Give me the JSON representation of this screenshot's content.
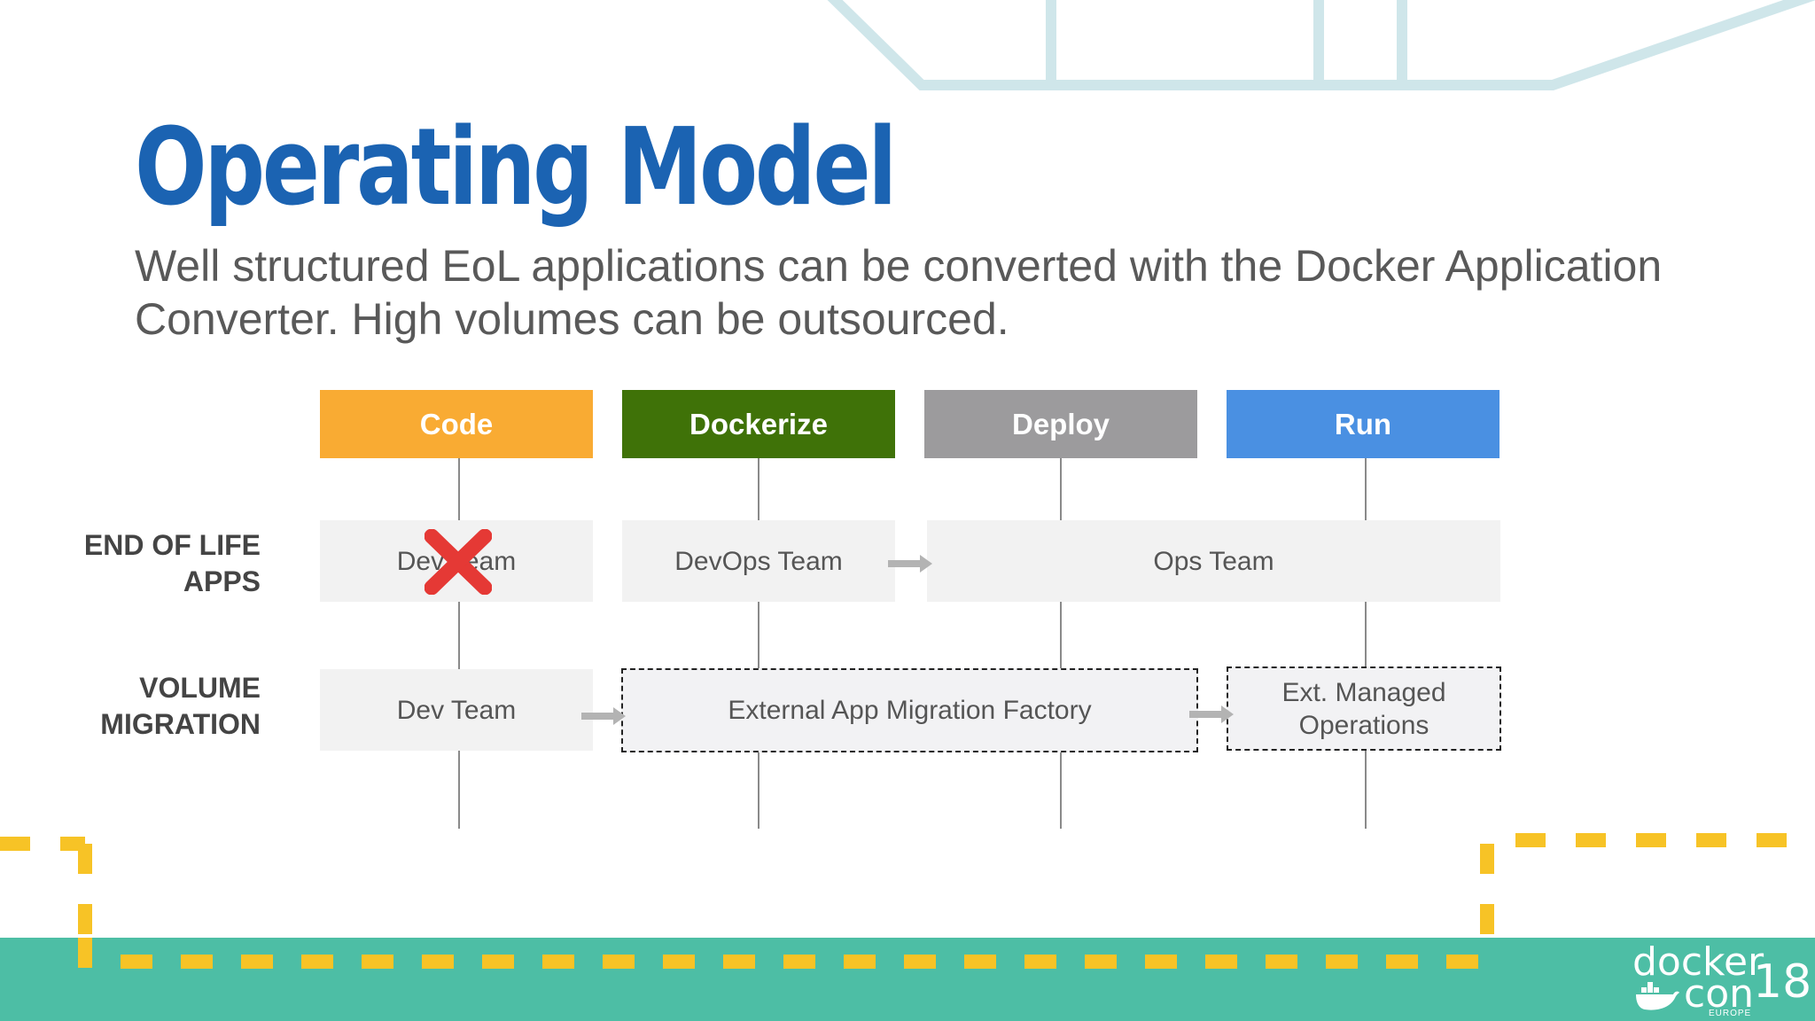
{
  "slide": {
    "title": "Operating Model",
    "subtitle": "Well structured EoL applications can be converted with the Docker Application Converter. High volumes can be outsourced."
  },
  "phases": [
    {
      "label": "Code",
      "color": "#f9ab33"
    },
    {
      "label": "Dockerize",
      "color": "#3f7208"
    },
    {
      "label": "Deploy",
      "color": "#9c9b9d"
    },
    {
      "label": "Run",
      "color": "#4a90e2"
    }
  ],
  "rows": [
    {
      "label_line1": "END OF LIFE",
      "label_line2": "APPS",
      "cells": [
        {
          "text": "Dev Team",
          "crossed_out": true
        },
        {
          "text": "DevOps Team"
        },
        {
          "text": "Ops Team"
        }
      ]
    },
    {
      "label_line1": "VOLUME",
      "label_line2": "MIGRATION",
      "cells": [
        {
          "text": "Dev Team"
        },
        {
          "text": "External App Migration Factory",
          "dashed": true
        },
        {
          "text_line1": "Ext. Managed",
          "text_line2": "Operations",
          "dashed": true
        }
      ]
    }
  ],
  "footer": {
    "logo_word1": "docker",
    "logo_word2": "con",
    "logo_number": "18",
    "logo_edition": "EUROPE"
  },
  "colors": {
    "title": "#1b63b2",
    "footer": "#4dbea5",
    "dash_yellow": "#f7c326",
    "cross_red": "#e53935"
  }
}
